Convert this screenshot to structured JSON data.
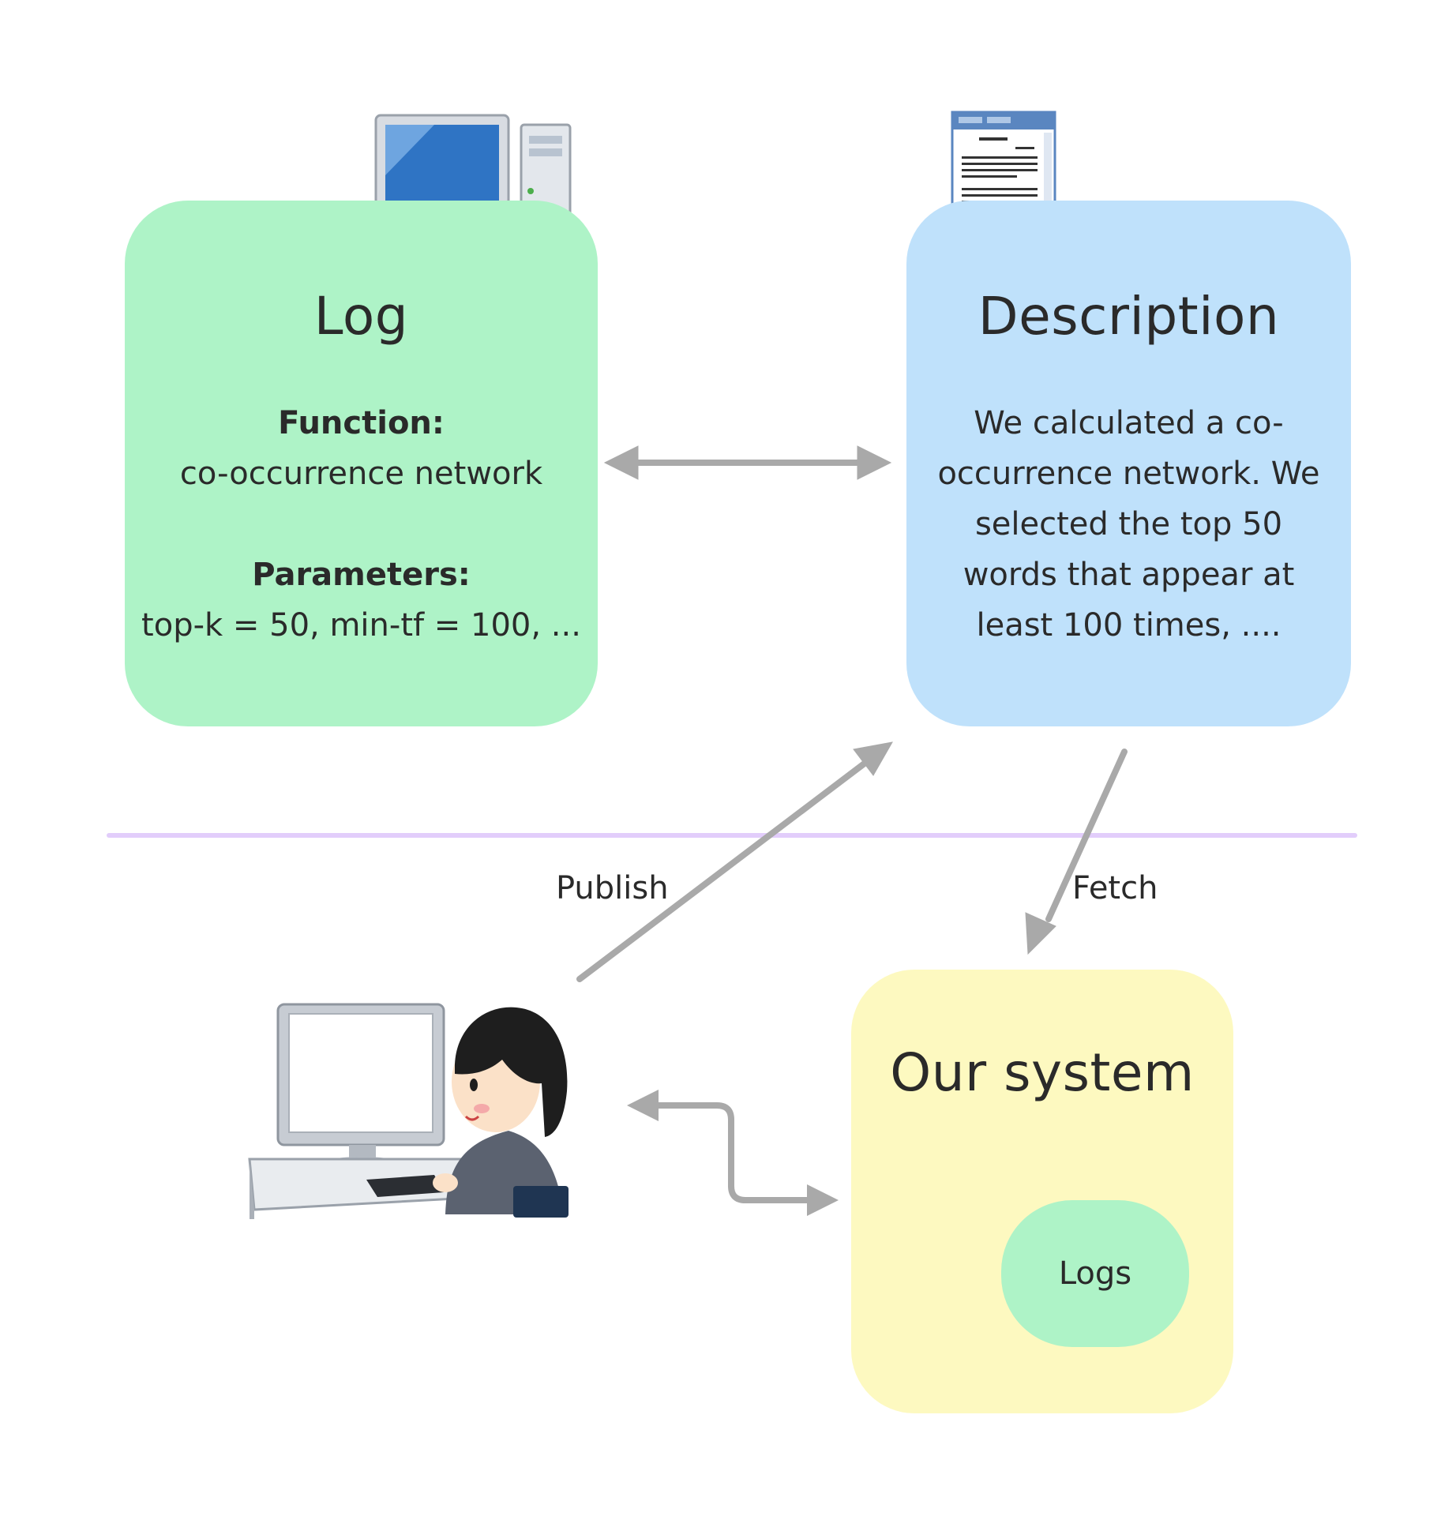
{
  "log": {
    "title": "Log",
    "function_label": "Function:",
    "function_value": "co-occurrence network",
    "parameters_label": "Parameters:",
    "parameters_value": "top-k = 50, min-tf = 100, ..."
  },
  "description": {
    "title": "Description",
    "lines": [
      "We calculated a co-",
      "occurrence network. We",
      "selected the top 50",
      "words that appear at",
      "least 100 times, ...."
    ]
  },
  "system": {
    "title": "Our system",
    "logs_label": "Logs"
  },
  "labels": {
    "publish": "Publish",
    "fetch": "Fetch"
  },
  "icons": [
    "desktop-computer-icon",
    "document-window-icon",
    "user-at-computer-illustration"
  ],
  "colors": {
    "log_box": "#aef3c7",
    "description_box": "#bfe1fb",
    "system_box": "#fdf9c0",
    "divider": "#e2cdfb",
    "arrow": "#a9a9a9"
  }
}
